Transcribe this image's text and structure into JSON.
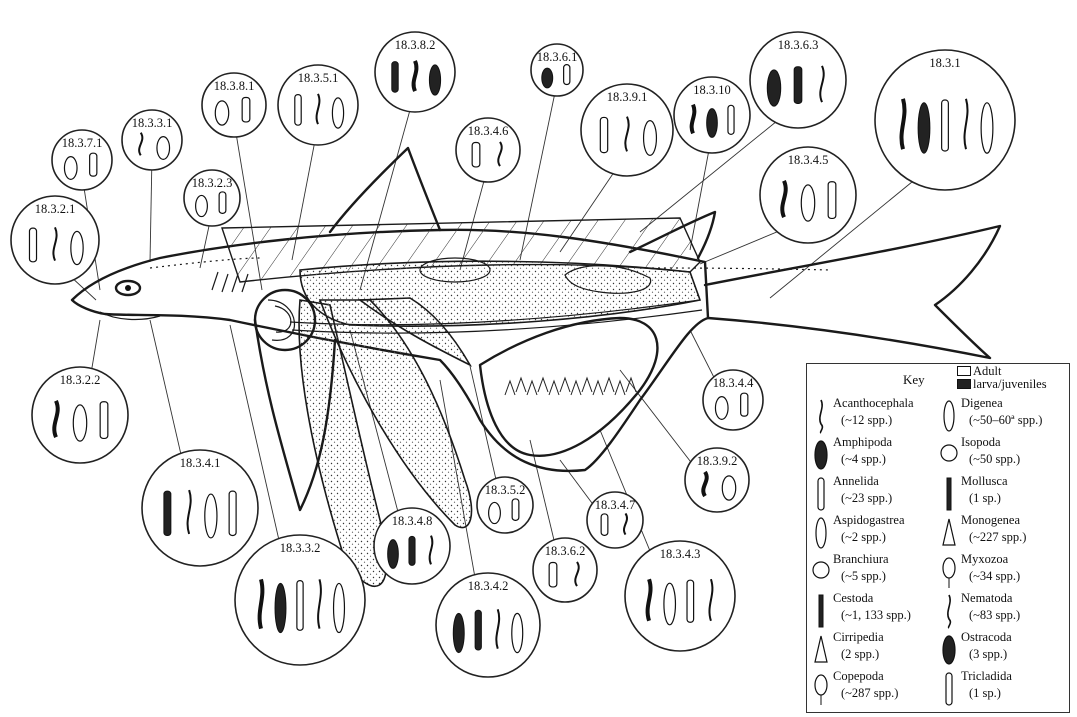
{
  "sites": [
    {
      "id": "18.3.6.3",
      "dark": 2
    },
    {
      "id": "18.3.8.2",
      "dark": 3
    },
    {
      "id": "18.3.1",
      "dark": 2
    },
    {
      "id": "18.3.6.1",
      "dark": 1
    },
    {
      "id": "18.3.9.1",
      "dark": 0
    },
    {
      "id": "18.3.10",
      "dark": 2
    },
    {
      "id": "18.3.8.1",
      "dark": 0
    },
    {
      "id": "18.3.5.1",
      "dark": 0
    },
    {
      "id": "18.3.3.1",
      "dark": 0
    },
    {
      "id": "18.3.7.1",
      "dark": 0
    },
    {
      "id": "18.3.4.6",
      "dark": 0
    },
    {
      "id": "18.3.4.5",
      "dark": 1
    },
    {
      "id": "18.3.2.3",
      "dark": 0
    },
    {
      "id": "18.3.2.1",
      "dark": 0
    },
    {
      "id": "18.3.2.2",
      "dark": 1
    },
    {
      "id": "18.3.4.4",
      "dark": 0
    },
    {
      "id": "18.3.4.1",
      "dark": 1
    },
    {
      "id": "18.3.9.2",
      "dark": 1
    },
    {
      "id": "18.3.5.2",
      "dark": 0
    },
    {
      "id": "18.3.4.7",
      "dark": 0
    },
    {
      "id": "18.3.3.2",
      "dark": 2
    },
    {
      "id": "18.3.4.8",
      "dark": 2
    },
    {
      "id": "18.3.6.2",
      "dark": 0
    },
    {
      "id": "18.3.4.3",
      "dark": 1
    },
    {
      "id": "18.3.4.2",
      "dark": 2
    }
  ],
  "legend": {
    "title": "Key",
    "adult_label": "Adult",
    "larva_label": "larva/juveniles",
    "taxa_left": [
      {
        "name": "Acanthocephala",
        "count": "(~12 spp.)",
        "icon": "acanthocephala-icon"
      },
      {
        "name": "Amphipoda",
        "count": "(~4 spp.)",
        "icon": "amphipoda-icon"
      },
      {
        "name": "Annelida",
        "count": "(~23 spp.)",
        "icon": "annelida-icon"
      },
      {
        "name": "Aspidogastrea",
        "count": "(~2 spp.)",
        "icon": "aspidogastrea-icon"
      },
      {
        "name": "Branchiura",
        "count": "(~5 spp.)",
        "icon": "branchiura-icon"
      },
      {
        "name": "Cestoda",
        "count": "(~1, 133 spp.)",
        "icon": "cestoda-icon"
      },
      {
        "name": "Cirripedia",
        "count": "(2 spp.)",
        "icon": "cirripedia-icon"
      },
      {
        "name": "Copepoda",
        "count": "(~287 spp.)",
        "icon": "copepoda-icon"
      }
    ],
    "taxa_right": [
      {
        "name": "Digenea",
        "count": "(~50–60ª spp.)",
        "icon": "digenea-icon"
      },
      {
        "name": "Isopoda",
        "count": "(~50 spp.)",
        "icon": "isopoda-icon"
      },
      {
        "name": "Mollusca",
        "count": "(1 sp.)",
        "icon": "mollusca-icon"
      },
      {
        "name": "Monogenea",
        "count": "(~227 spp.)",
        "icon": "monogenea-icon"
      },
      {
        "name": "Myxozoa",
        "count": "(~34 spp.)",
        "icon": "myxozoa-icon"
      },
      {
        "name": "Nematoda",
        "count": "(~83 spp.)",
        "icon": "nematoda-icon"
      },
      {
        "name": "Ostracoda",
        "count": "(3 spp.)",
        "icon": "ostracoda-icon"
      },
      {
        "name": "Tricladida",
        "count": "(1 sp.)",
        "icon": "tricladida-icon"
      }
    ]
  }
}
